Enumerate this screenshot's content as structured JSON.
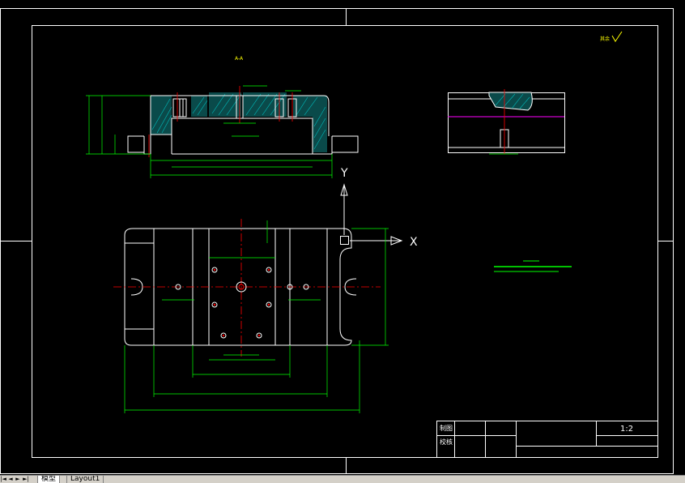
{
  "colors": {
    "background": "#000000",
    "frame": "#ffffff",
    "geometry": "#ffffff",
    "dimensions": "#00ff00",
    "centerline": "#ff0000",
    "hatch": "#00ffff",
    "parting": "#ff00ff",
    "text": "#ffff00"
  },
  "drawing": {
    "section_label": "A-A",
    "roughness_note": "其余",
    "axis_y": "Y",
    "axis_x": "X"
  },
  "title_block": {
    "drawn_by": "制图",
    "checked_by": "校核",
    "scale": "1:2"
  },
  "layout_tabs": {
    "nav_first": "|◄",
    "nav_prev": "◄",
    "nav_next": "►",
    "nav_last": "►|",
    "model_tab": "模型",
    "layout_tab": "Layout1"
  }
}
